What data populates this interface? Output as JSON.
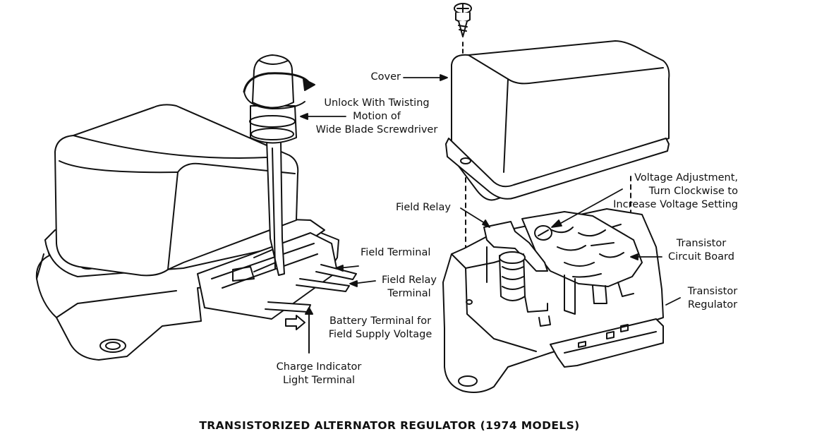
{
  "caption": "TRANSISTORIZED ALTERNATOR REGULATOR (1974 MODELS)",
  "labels": {
    "cover": "Cover",
    "unlock_1": "Unlock With Twisting",
    "unlock_2": "Motion of",
    "unlock_3": "Wide Blade Screwdriver",
    "voltage_adj_1": "Voltage Adjustment,",
    "voltage_adj_2": "Turn Clockwise to",
    "voltage_adj_3": "Increase Voltage Setting",
    "field_relay": "Field Relay",
    "field_terminal": "Field Terminal",
    "field_relay_terminal_1": "Field Relay",
    "field_relay_terminal_2": "Terminal",
    "battery_terminal_1": "Battery Terminal for",
    "battery_terminal_2": "Field Supply Voltage",
    "charge_indicator_1": "Charge Indicator",
    "charge_indicator_2": "Light Terminal",
    "circuit_board_1": "Transistor",
    "circuit_board_2": "Circuit Board",
    "regulator_1": "Transistor",
    "regulator_2": "Regulator"
  },
  "colors": {
    "ink": "#111111",
    "paper": "#ffffff"
  }
}
